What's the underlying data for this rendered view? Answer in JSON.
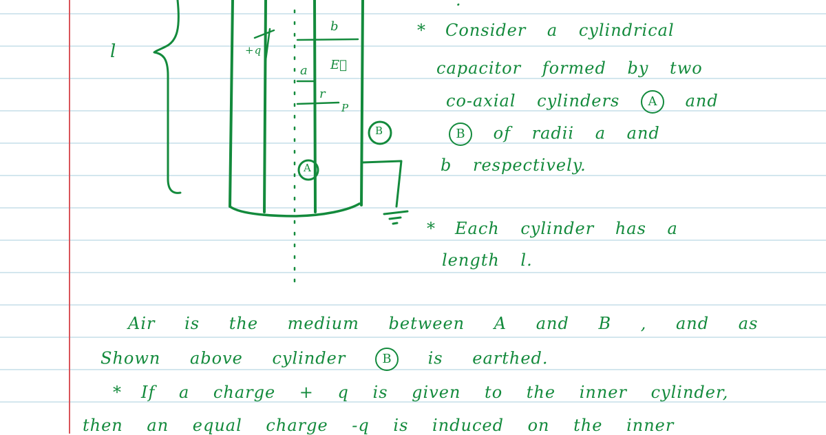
{
  "page": {
    "style": "ruled-notebook",
    "ink_color": "#138a3c",
    "rule_color": "#d3e6ee",
    "margin_color": "#d9545a"
  },
  "diagram": {
    "length_label": "l",
    "charge_label": "+q",
    "radius_b_label": "b",
    "radius_a_label": "a",
    "field_label": "E⃗",
    "distance_label": "r",
    "point_label": "P",
    "inner_cylinder_label": "A",
    "outer_cylinder_label": "B"
  },
  "notes": {
    "top_dot": ".",
    "bullet_1": {
      "star": "*",
      "line_1": "Consider a cylindrical",
      "line_2": "capacitor formed by two",
      "line_3_pre": "co-axial cylinders",
      "line_3_circle": "A",
      "line_3_post": "and",
      "line_4_circle": "B",
      "line_4_post": "of radii a and",
      "line_5": "b respectively."
    },
    "bullet_2": {
      "star": "*",
      "line_1": "Each cylinder has a",
      "line_2": "length l."
    },
    "paragraph": {
      "line_1": "Air is the medium between A and B , and as",
      "line_2_pre": "Shown above cylinder",
      "line_2_circle": "B",
      "line_2_post": "is earthed."
    },
    "bullet_3": {
      "star": "*",
      "line_1": "If a charge + q is given to the inner cylinder,",
      "line_2": "then an equal charge -q is induced on the inner"
    }
  }
}
